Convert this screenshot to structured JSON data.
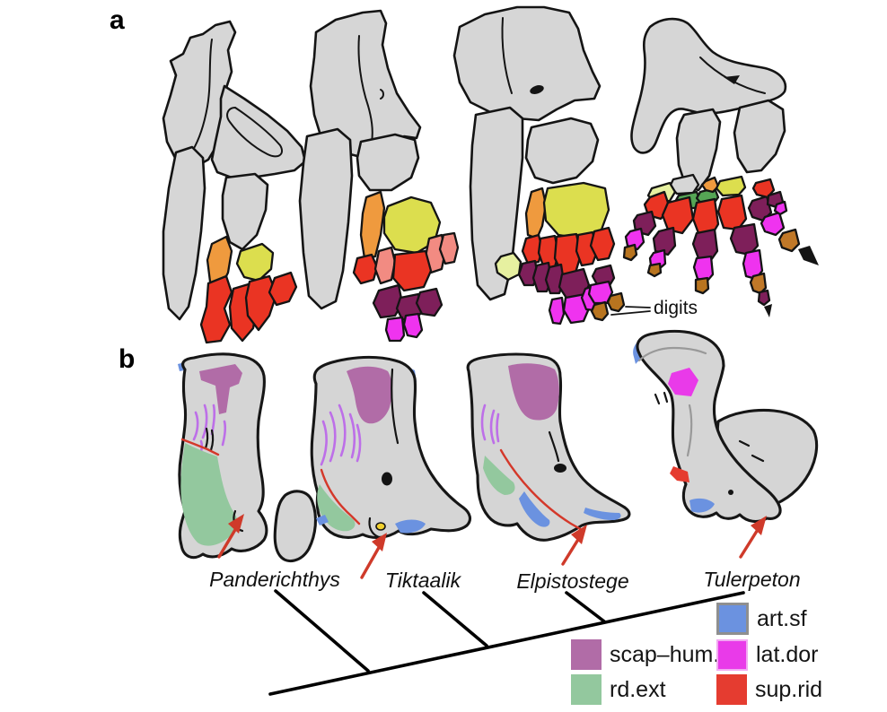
{
  "panels": {
    "a": "a",
    "b": "b"
  },
  "annotations": {
    "digits": "digits"
  },
  "taxa": [
    {
      "name": "Panderichthys"
    },
    {
      "name": "Tiktaalik"
    },
    {
      "name": "Elpistostege"
    },
    {
      "name": "Tulerpeton"
    }
  ],
  "legend": [
    {
      "id": "art-sf",
      "label": "art.sf",
      "color": "#6b92e0"
    },
    {
      "id": "scap-hum",
      "label": "scap–hum.",
      "color": "#b16ca7"
    },
    {
      "id": "lat-dor",
      "label": "lat.dor",
      "color": "#e93ae9"
    },
    {
      "id": "rd-ext",
      "label": "rd.ext",
      "color": "#93c89e"
    },
    {
      "id": "sup-rid",
      "label": "sup.rid",
      "color": "#e53c30"
    }
  ],
  "palette": {
    "bone_gray": "#d6d6d6",
    "orange": "#ef9a3e",
    "yellow": "#dcde4e",
    "pale_yellow": "#e6f0a0",
    "red": "#ea3423",
    "salmon": "#f28b82",
    "maroon": "#7e1f5a",
    "magenta": "#ef33ef",
    "brown": "#b8741f",
    "green_bright": "#55a555",
    "lavender": "#bd6fe8",
    "arrow_red": "#cf3a2a"
  }
}
